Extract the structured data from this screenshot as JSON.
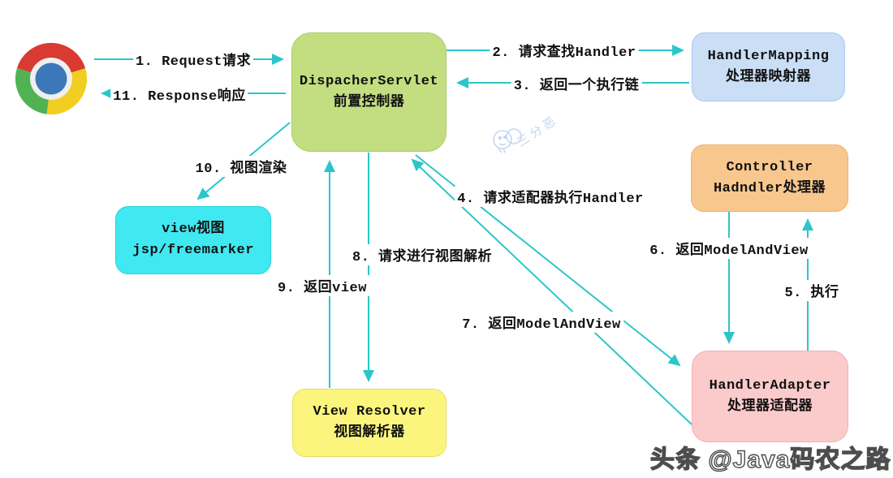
{
  "nodes": {
    "dispatcher": {
      "line1": "DispacherServlet",
      "line2": "前置控制器"
    },
    "handler_mapping": {
      "line1": "HandlerMapping",
      "line2": "处理器映射器"
    },
    "controller": {
      "line1": "Controller",
      "line2": "Hadndler处理器"
    },
    "handler_adapter": {
      "line1": "HandlerAdapter",
      "line2": "处理器适配器"
    },
    "view": {
      "line1": "view视图",
      "line2": "jsp/freemarker"
    },
    "view_resolver": {
      "line1": "View Resolver",
      "line2": "视图解析器"
    }
  },
  "edges": {
    "e1": "1. Request请求",
    "e2": "2. 请求查找Handler",
    "e3": "3. 返回一个执行链",
    "e4": "4. 请求适配器执行Handler",
    "e5": "5. 执行",
    "e6": "6. 返回ModelAndView",
    "e7": "7. 返回ModelAndView",
    "e8": "8. 请求进行视图解析",
    "e9": "9. 返回view",
    "e10": "10. 视图渲染",
    "e11": "11. Response响应"
  },
  "watermarks": {
    "center": "三分恶",
    "bottom": "头条 @Java码农之路"
  },
  "colors": {
    "arrow": "#2bc6c8",
    "node_dispatcher": "#c3de81",
    "node_handler_mapping": "#cadef6",
    "node_controller": "#f8c78e",
    "node_handler_adapter": "#fbcaca",
    "node_view": "#40e9f1",
    "node_view_resolver": "#fbf57d",
    "chrome_red": "#d93a31",
    "chrome_green": "#51b253",
    "chrome_yellow": "#f2ce21",
    "chrome_blue": "#3c78b9",
    "watermark_blue": "#c4d7ef"
  }
}
